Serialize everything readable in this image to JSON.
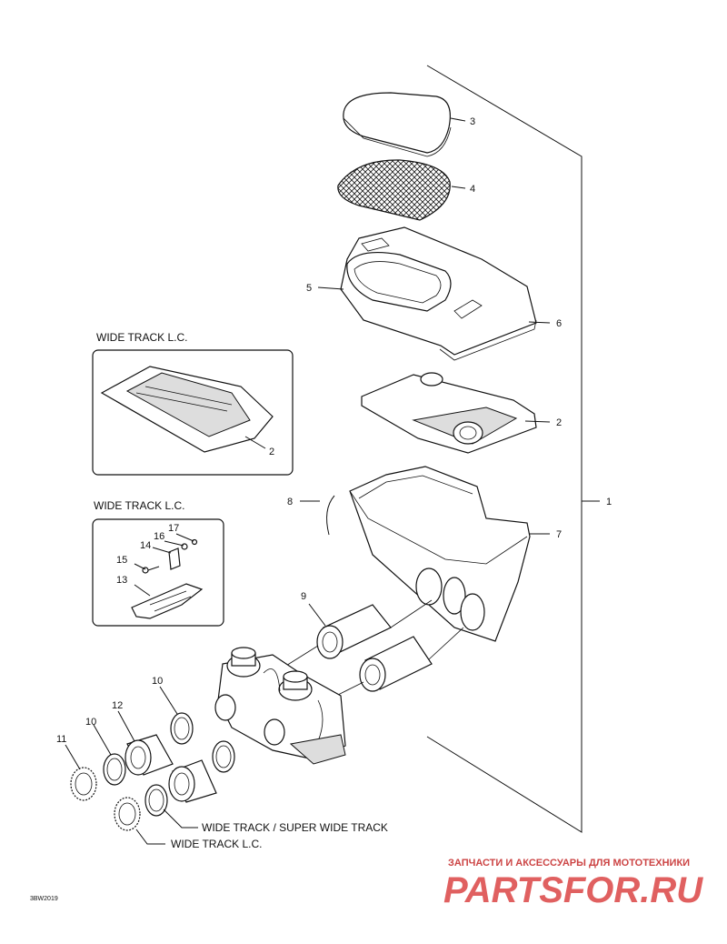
{
  "callouts": {
    "c1": "1",
    "c2a": "2",
    "c2b": "2",
    "c3": "3",
    "c4": "4",
    "c5": "5",
    "c6": "6",
    "c7": "7",
    "c8": "8",
    "c9": "9",
    "c10a": "10",
    "c10b": "10",
    "c11": "11",
    "c12": "12",
    "c13": "13",
    "c14": "14",
    "c15": "15",
    "c16": "16",
    "c17": "17"
  },
  "captions": {
    "box_top": "WIDE TRACK L.C.",
    "box_bottom": "WIDE TRACK L.C.",
    "wide_super": "WIDE TRACK / SUPER WIDE TRACK",
    "wide_lc": "WIDE TRACK L.C."
  },
  "figure_code": "3BW2019",
  "watermark": {
    "tagline": "ЗАПЧАСТИ И АКСЕССУАРЫ ДЛЯ МОТОТЕХНИКИ",
    "brand": "PARTSFOR.RU",
    "color": "#e06060"
  }
}
